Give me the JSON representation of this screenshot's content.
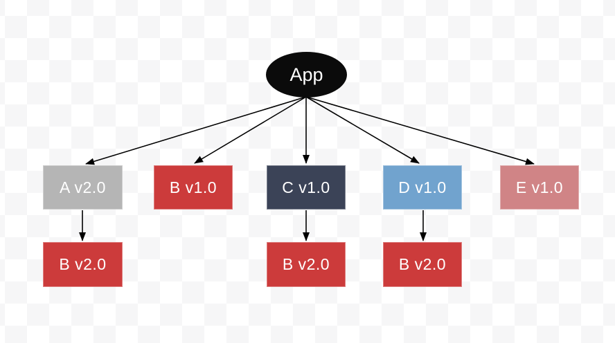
{
  "background": {
    "checker_light": "#ffffff",
    "checker_dark": "#f6f6f7"
  },
  "graph": {
    "root": {
      "label": "App",
      "fill": "#0b0b0b",
      "text_color": "#ffffff"
    },
    "nodes": [
      {
        "label": "A v2.0",
        "fill": "#b5b5b5"
      },
      {
        "label": "B v1.0",
        "fill": "#cc3b3b"
      },
      {
        "label": "C v1.0",
        "fill": "#3b4357"
      },
      {
        "label": "D v1.0",
        "fill": "#71a3ce"
      },
      {
        "label": "E v1.0",
        "fill": "#d08486"
      },
      {
        "label": "B v2.0",
        "fill": "#cc3b3b"
      },
      {
        "label": "B v2.0",
        "fill": "#cc3b3b"
      },
      {
        "label": "B v2.0",
        "fill": "#cc3b3b"
      }
    ],
    "edges": [
      {
        "from": "App",
        "to": "A v2.0"
      },
      {
        "from": "App",
        "to": "B v1.0"
      },
      {
        "from": "App",
        "to": "C v1.0"
      },
      {
        "from": "App",
        "to": "D v1.0"
      },
      {
        "from": "App",
        "to": "E v1.0"
      },
      {
        "from": "A v2.0",
        "to": "B v2.0"
      },
      {
        "from": "C v1.0",
        "to": "B v2.0"
      },
      {
        "from": "D v1.0",
        "to": "B v2.0"
      }
    ],
    "edge_color": "#000000"
  }
}
